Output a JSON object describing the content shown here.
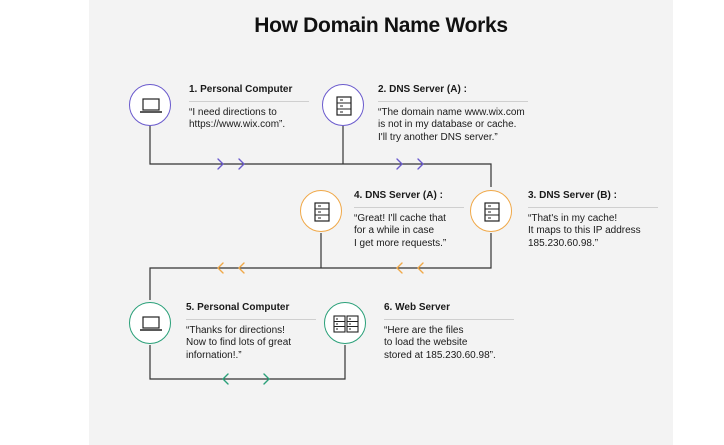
{
  "title": "How Domain Name Works",
  "colors": {
    "purple": "#6a5acd",
    "orange": "#f0a848",
    "green": "#2aa079",
    "line": "#333333"
  },
  "steps": [
    {
      "heading": "1. Personal Computer",
      "quote": "“I need directions to\nhttps://www.wix.com”.",
      "icon": "laptop-icon"
    },
    {
      "heading": "2. DNS Server (A) :",
      "quote": "“The domain name www.wix.com\nis not in my database or cache.\nI'll  try another DNS server.”",
      "icon": "server-icon"
    },
    {
      "heading": "3. DNS Server (B) :",
      "quote": "“That's in my cache!\nIt maps to this IP address\n185.230.60.98.”",
      "icon": "server-icon"
    },
    {
      "heading": "4. DNS Server (A) :",
      "quote": "“Great! I'll cache that\nfor a while in case\nI get more requests.”",
      "icon": "server-icon"
    },
    {
      "heading": "5. Personal Computer",
      "quote": "“Thanks for directions!\nNow to find lots of great\ninfornation!.”",
      "icon": "laptop-icon"
    },
    {
      "heading": "6. Web Server",
      "quote": "“Here are the files\nto load the website\nstored at 185.230.60.98”.",
      "icon": "web-server-icon"
    }
  ]
}
